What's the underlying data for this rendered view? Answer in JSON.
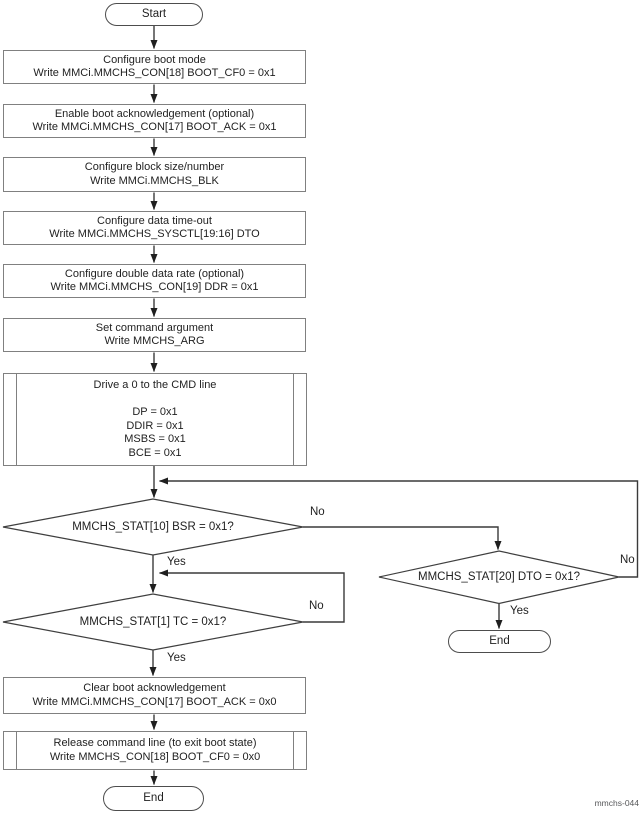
{
  "diagram": {
    "type": "flowchart",
    "caption": "mmchs-044",
    "colors": {
      "background": "#ffffff",
      "process_border": "#808080",
      "shape_line": "#3f3f3f",
      "connector": "#3a3a3a",
      "arrowhead": "#1f1f1f",
      "text": "#1f1f1f"
    },
    "nodes": {
      "start": {
        "label": "Start"
      },
      "p1": {
        "line1": "Configure boot mode",
        "line2": "Write MMCi.MMCHS_CON[18] BOOT_CF0 = 0x1"
      },
      "p2": {
        "line1": "Enable boot acknowledgement (optional)",
        "line2": "Write MMCi.MMCHS_CON[17] BOOT_ACK = 0x1"
      },
      "p3": {
        "line1": "Configure block size/number",
        "line2": "Write MMCi.MMCHS_BLK"
      },
      "p4": {
        "line1": "Configure data time-out",
        "line2": "Write MMCi.MMCHS_SYSCTL[19:16] DTO"
      },
      "p5": {
        "line1": "Configure double data rate (optional)",
        "line2": "Write MMCi.MMCHS_CON[19] DDR = 0x1"
      },
      "p6": {
        "line1": "Set command argument",
        "line2": "Write MMCHS_ARG"
      },
      "p7": {
        "title": "Drive a 0 to the CMD line",
        "lines": [
          "DP = 0x1",
          "DDIR = 0x1",
          "MSBS = 0x1",
          "BCE = 0x1"
        ]
      },
      "d_bsr": {
        "label": "MMCHS_STAT[10] BSR = 0x1?",
        "yes": "Yes",
        "no": "No"
      },
      "d_tc": {
        "label": "MMCHS_STAT[1] TC = 0x1?",
        "yes": "Yes",
        "no": "No"
      },
      "d_dto": {
        "label": "MMCHS_STAT[20] DTO = 0x1?",
        "yes": "Yes",
        "no": "No"
      },
      "end_right": {
        "label": "End"
      },
      "p8": {
        "line1": "Clear boot acknowledgement",
        "line2": "Write MMCi.MMCHS_CON[17] BOOT_ACK = 0x0"
      },
      "p9": {
        "line1": "Release command line (to exit boot state)",
        "line2": "Write MMCHS_CON[18] BOOT_CF0 = 0x0"
      },
      "end_bottom": {
        "label": "End"
      }
    }
  }
}
